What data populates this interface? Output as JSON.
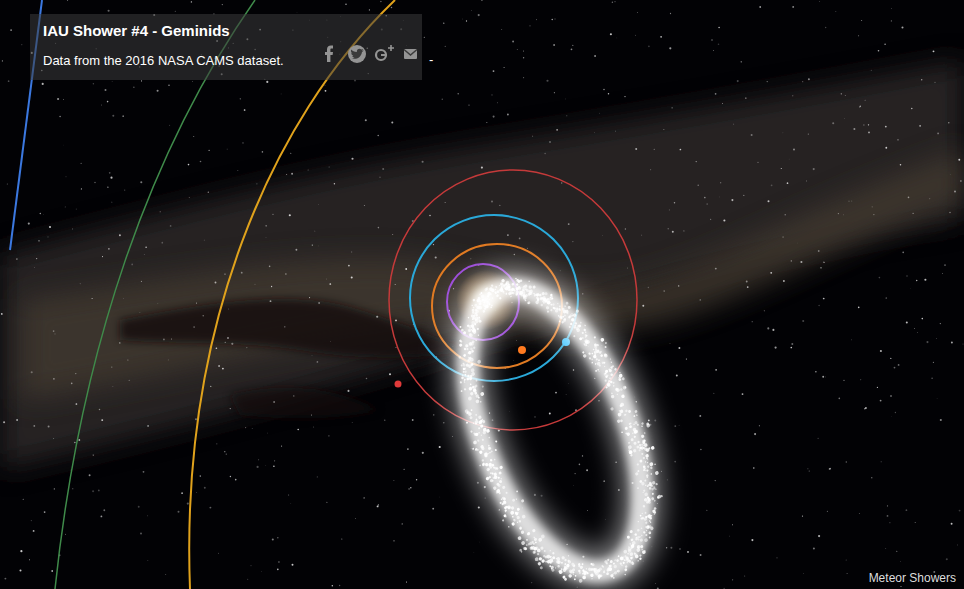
{
  "diagram": {
    "title": "IAU Shower #4 - Geminids",
    "labels": [
      "Data from the 2016 NASA CAMS dataset.",
      "-",
      "Meteor Showers"
    ]
  }
}
